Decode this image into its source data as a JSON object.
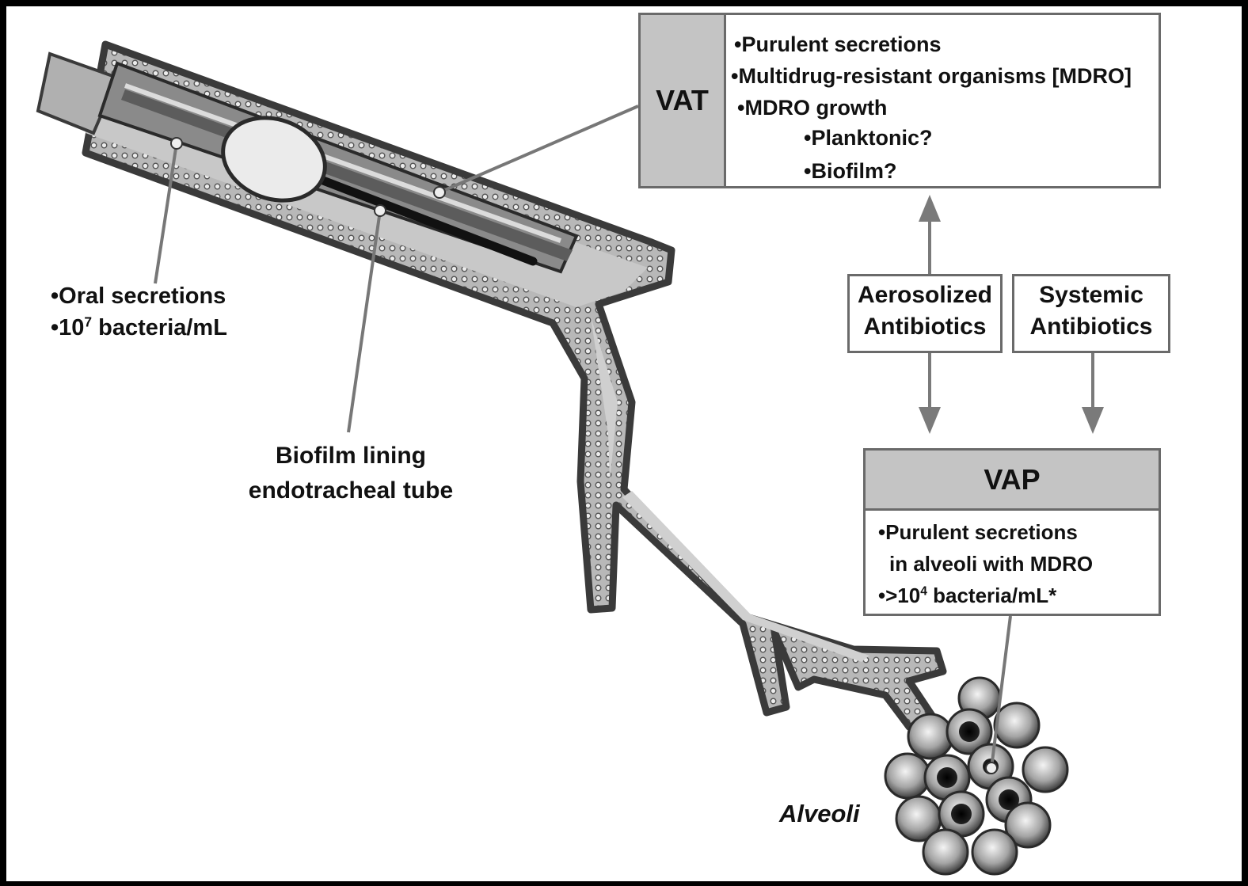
{
  "vat": {
    "title": "VAT",
    "items": [
      "•Purulent secretions",
      "•Multidrug-resistant organisms [MDRO]",
      "•MDRO growth",
      "•Planktonic?",
      "•Biofilm?"
    ]
  },
  "aerosolized": {
    "line1": "Aerosolized",
    "line2": "Antibiotics"
  },
  "systemic": {
    "line1": "Systemic",
    "line2": "Antibiotics"
  },
  "vap": {
    "title": "VAP",
    "line1": "•Purulent secretions",
    "line2": "in alveoli with MDRO",
    "line3_prefix": "•>10",
    "line3_sup": "4",
    "line3_suffix": " bacteria/mL*"
  },
  "oral": {
    "line1": "•Oral secretions",
    "line2_prefix": "•10",
    "line2_sup": "7",
    "line2_suffix": " bacteria/mL"
  },
  "biofilm": {
    "line1": "Biofilm lining",
    "line2": "endotracheal tube"
  },
  "alveoli_label": "Alveoli",
  "colors": {
    "border": "#6a6a6a",
    "header_fill": "#c4c4c4",
    "airway_fill": "#b5b5b5",
    "outline": "#3a3a3a",
    "background": "#000000"
  }
}
